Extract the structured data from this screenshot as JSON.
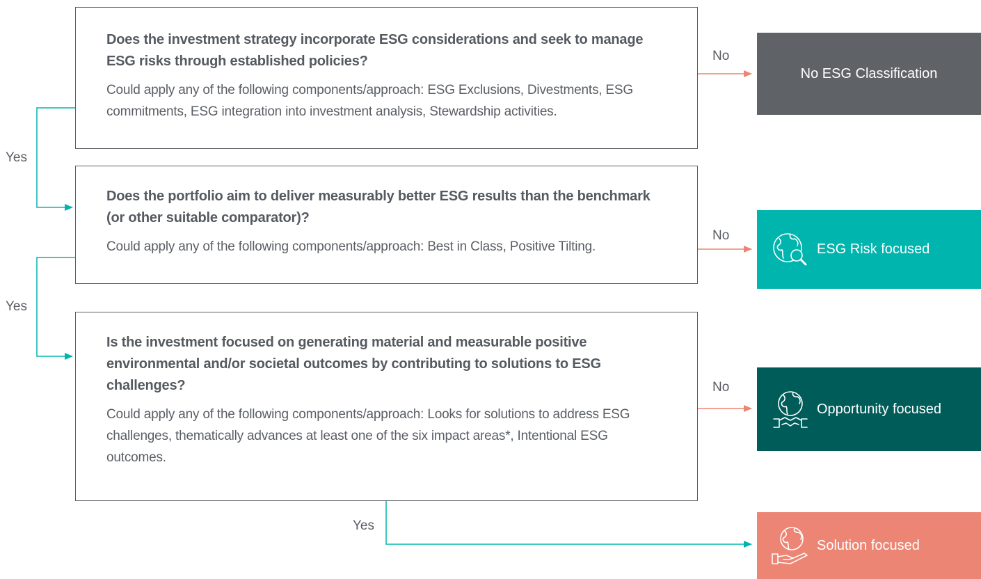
{
  "questions": [
    {
      "title": "Does the investment strategy incorporate ESG considerations and seek to manage ESG risks through established policies?",
      "detail": "Could apply any of the following components/approach: ESG Exclusions, Divestments, ESG commitments, ESG integration into investment analysis, Stewardship activities."
    },
    {
      "title": "Does the portfolio aim to deliver measurably better ESG results than the benchmark (or other suitable comparator)?",
      "detail": "Could apply any of the following components/approach: Best in Class, Positive Tilting."
    },
    {
      "title": "Is the investment focused on generating material and measurable positive environmental and/or societal outcomes by contributing to solutions to ESG challenges?",
      "detail": "Could apply any of the following components/approach: Looks for solutions to address ESG challenges, thematically advances at least one of the six impact areas*, Intentional ESG outcomes."
    }
  ],
  "labels": {
    "no": "No",
    "yes": "Yes"
  },
  "outcomes": [
    {
      "label": "No ESG Classification",
      "color": "#5f6266"
    },
    {
      "label": "ESG Risk focused",
      "color": "#00b5ad",
      "icon": "globe-magnifier-icon"
    },
    {
      "label": "Opportunity focused",
      "color": "#005c59",
      "icon": "globe-handshake-icon"
    },
    {
      "label": "Solution focused",
      "color": "#ec8574",
      "icon": "globe-hand-icon"
    }
  ],
  "colors": {
    "no_arrow": "#ec8574",
    "yes_arrow": "#00b5ad",
    "box_border": "#5a5e64"
  }
}
